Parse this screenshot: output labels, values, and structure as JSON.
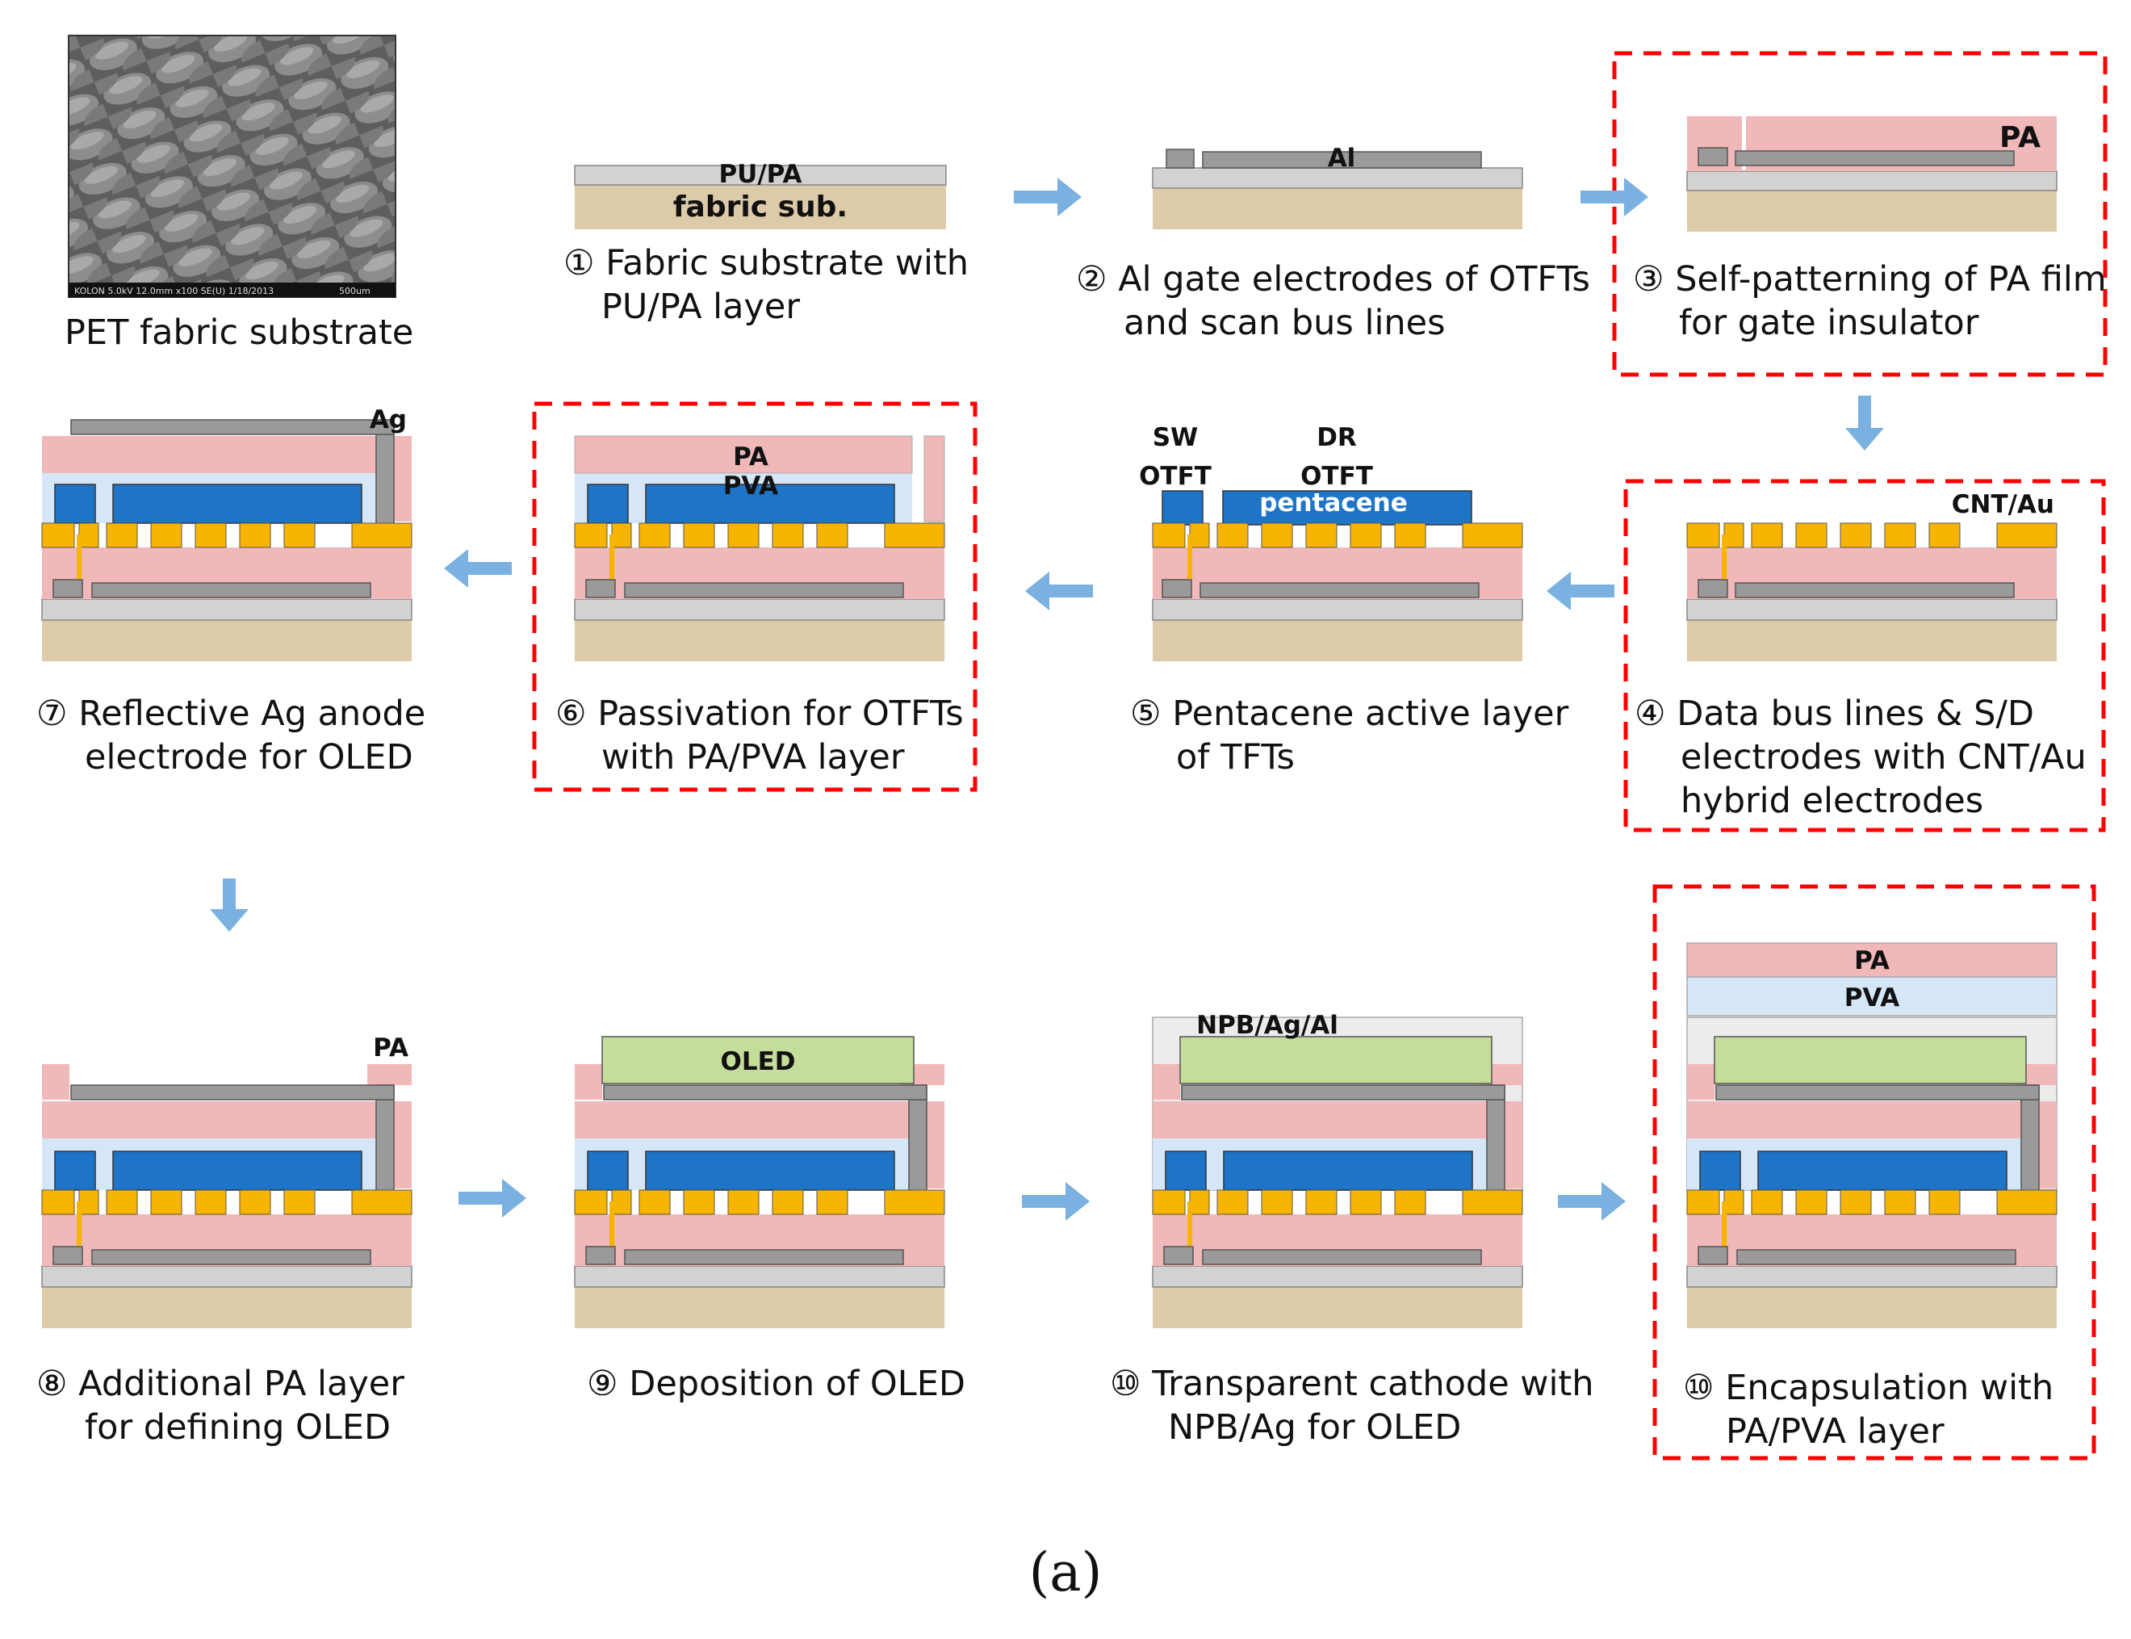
{
  "colors": {
    "fabric": "#dccaa8",
    "base": "#d2d2d2",
    "pa": "#f1b8ba",
    "pva": "#d5e7f7",
    "gate": "#9a9a9a",
    "electrode": "#f7b502",
    "pentacene": "#1e75c8",
    "oled": "#c5dd9a",
    "cathode": "#ececec",
    "arrow": "#7ab1e0",
    "highlight": "#ff0000"
  },
  "figure_label": "(a)",
  "photo": {
    "caption": "PET fabric substrate",
    "footer": "KOLON 5.0kV 12.0mm x100 SE(U) 1/18/2013",
    "scale": "500um"
  },
  "steps": [
    {
      "num": "①",
      "lines": [
        "Fabric substrate with",
        "PU/PA layer"
      ],
      "labels": [
        "PU/PA",
        "fabric sub."
      ]
    },
    {
      "num": "②",
      "lines": [
        "Al gate electrodes of OTFTs",
        "and scan bus lines"
      ],
      "labels": [
        "Al"
      ]
    },
    {
      "num": "③",
      "lines": [
        "Self-patterning of PA film",
        "for gate insulator"
      ],
      "labels": [
        "PA"
      ]
    },
    {
      "num": "④",
      "lines": [
        "Data bus lines & S/D",
        "electrodes with CNT/Au",
        "hybrid electrodes"
      ],
      "labels": [
        "CNT/Au"
      ]
    },
    {
      "num": "⑤",
      "lines": [
        "Pentacene active layer",
        "of TFTs"
      ],
      "labels": [
        "SW",
        "OTFT",
        "DR",
        "OTFT",
        "pentacene"
      ]
    },
    {
      "num": "⑥",
      "lines": [
        "Passivation for OTFTs",
        "with PA/PVA layer"
      ],
      "labels": [
        "PA",
        "PVA"
      ]
    },
    {
      "num": "⑦",
      "lines": [
        "Reflective Ag anode",
        "electrode for OLED"
      ],
      "labels": [
        "Ag"
      ]
    },
    {
      "num": "⑧",
      "lines": [
        "Additional PA layer",
        "for defining OLED"
      ],
      "labels": [
        "PA"
      ]
    },
    {
      "num": "⑨",
      "lines": [
        "Deposition of OLED"
      ],
      "labels": [
        "OLED"
      ]
    },
    {
      "num": "⑩",
      "lines": [
        "Transparent cathode with",
        "NPB/Ag for  OLED"
      ],
      "labels": [
        "NPB/Ag/Al"
      ]
    },
    {
      "num": "⑩",
      "lines": [
        "Encapsulation with",
        "PA/PVA layer"
      ],
      "labels": [
        "PA",
        "PVA"
      ]
    }
  ]
}
